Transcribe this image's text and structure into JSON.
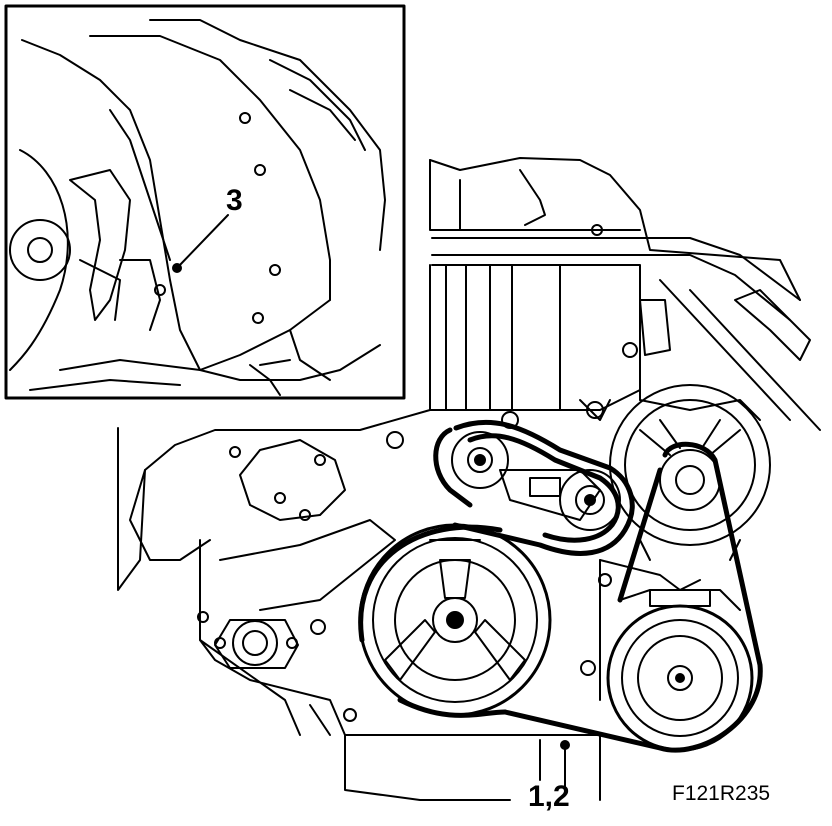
{
  "labels": {
    "callout_3": "3",
    "callout_1_2": "1,2",
    "figure_id": "F121R235"
  },
  "colors": {
    "line": "#000000",
    "background": "#ffffff"
  }
}
